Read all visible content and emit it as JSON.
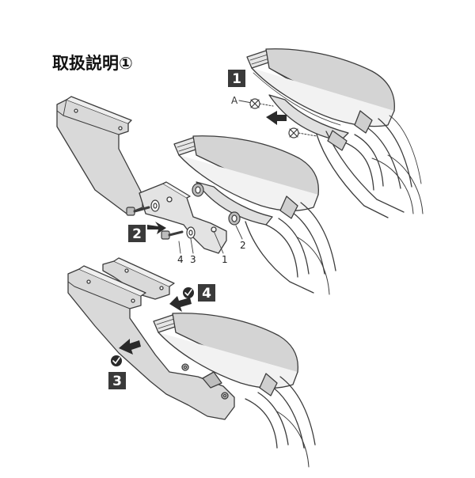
{
  "title": "取扱説明①",
  "steps": [
    {
      "number": "1",
      "label": "A"
    },
    {
      "number": "2",
      "parts": [
        "4",
        "3",
        "1",
        "2"
      ]
    },
    {
      "number": "3"
    },
    {
      "number": "4"
    }
  ],
  "icons": {
    "check": "check-circle-icon",
    "cross": "no-entry-icon",
    "arrow": "push-arrow-icon"
  },
  "colors": {
    "line": "#3c3c3c",
    "panel": "#d9d9d9",
    "panel_dark": "#bdbdbd",
    "badge": "#3a3a3a",
    "badge_text": "#ffffff"
  }
}
